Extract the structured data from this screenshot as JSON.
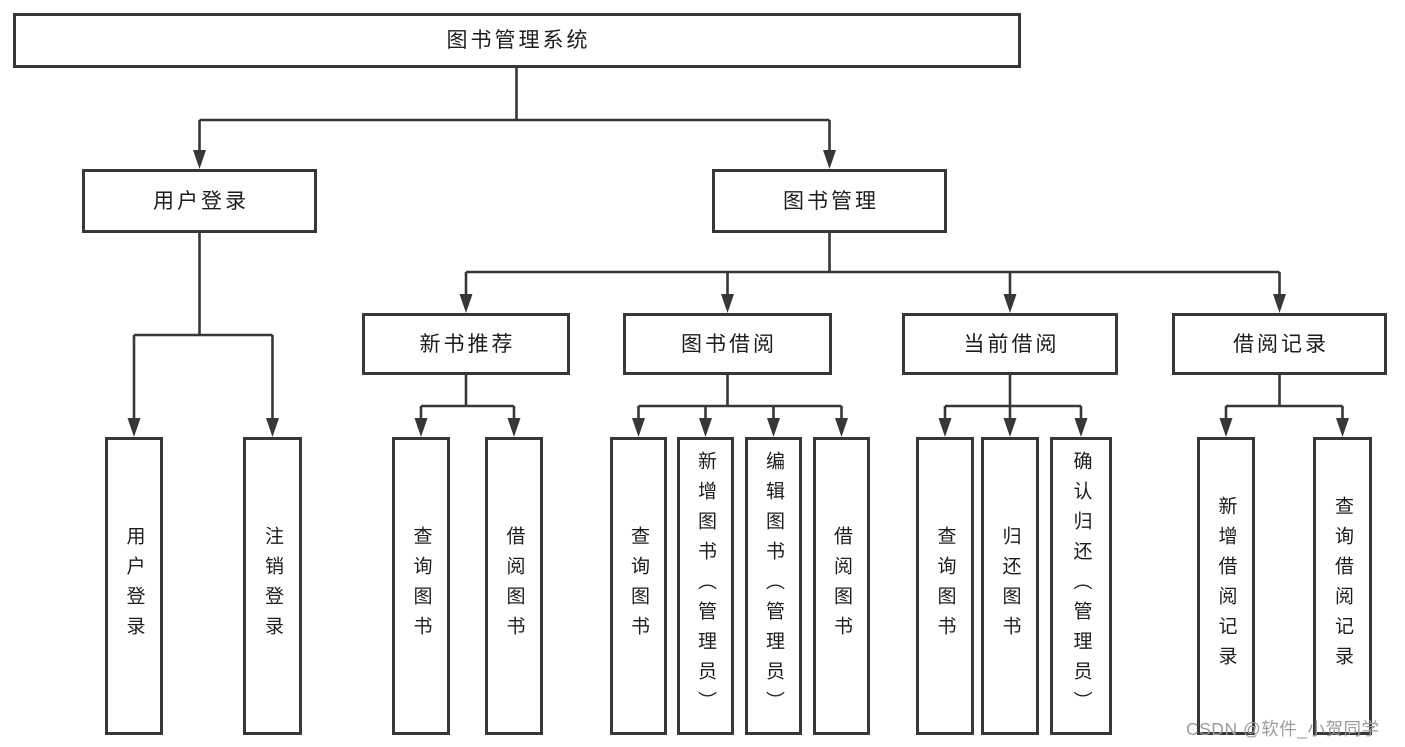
{
  "diagram": {
    "title": "图书管理系统",
    "nodes": {
      "root": {
        "label": "图书管理系统"
      },
      "user_login": {
        "label": "用户登录"
      },
      "book_mgmt": {
        "label": "图书管理"
      },
      "leaf_user_login": {
        "label": "用户登录"
      },
      "leaf_logout": {
        "label": "注销登录"
      },
      "new_book_rec": {
        "label": "新书推荐"
      },
      "book_borrow": {
        "label": "图书借阅"
      },
      "current_borrow": {
        "label": "当前借阅"
      },
      "borrow_records": {
        "label": "借阅记录"
      },
      "nbr_query": {
        "label": "查询图书"
      },
      "nbr_borrow": {
        "label": "借阅图书"
      },
      "bb_query": {
        "label": "查询图书"
      },
      "bb_add": {
        "label": "新增图书（管理员）"
      },
      "bb_edit": {
        "label": "编辑图书（管理员）"
      },
      "bb_borrow": {
        "label": "借阅图书"
      },
      "cb_query": {
        "label": "查询图书"
      },
      "cb_return": {
        "label": "归还图书"
      },
      "cb_confirm": {
        "label": "确认归还（管理员）"
      },
      "br_add": {
        "label": "新增借阅记录"
      },
      "br_query": {
        "label": "查询借阅记录"
      }
    },
    "colors": {
      "line": "#373737",
      "box_border": "#373737",
      "text": "#1d1d1d",
      "background": "#ffffff",
      "watermark": "#9c9c9c"
    }
  },
  "watermark": {
    "text": "CSDN @软件_小贺同学"
  }
}
